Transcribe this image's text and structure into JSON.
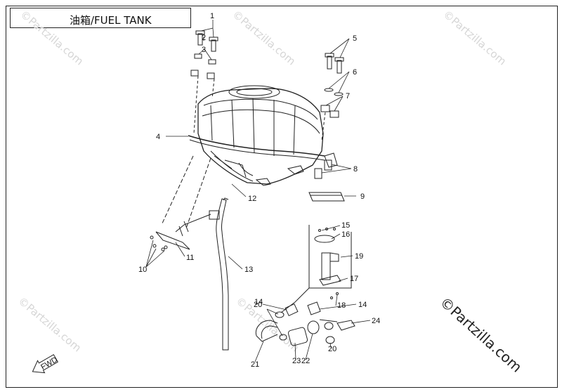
{
  "title": "油箱/FUEL TANK",
  "watermark": "©Partzilla.com",
  "fwd_label": "FWD",
  "callouts": [
    "1",
    "2",
    "3",
    "4",
    "5",
    "6",
    "7",
    "8",
    "9",
    "10",
    "11",
    "12",
    "13",
    "14",
    "14",
    "15",
    "16",
    "17",
    "18",
    "19",
    "20",
    "20",
    "21",
    "22",
    "23",
    "24"
  ],
  "colors": {
    "line": "#222222",
    "watermark": "#d6d6d6"
  }
}
